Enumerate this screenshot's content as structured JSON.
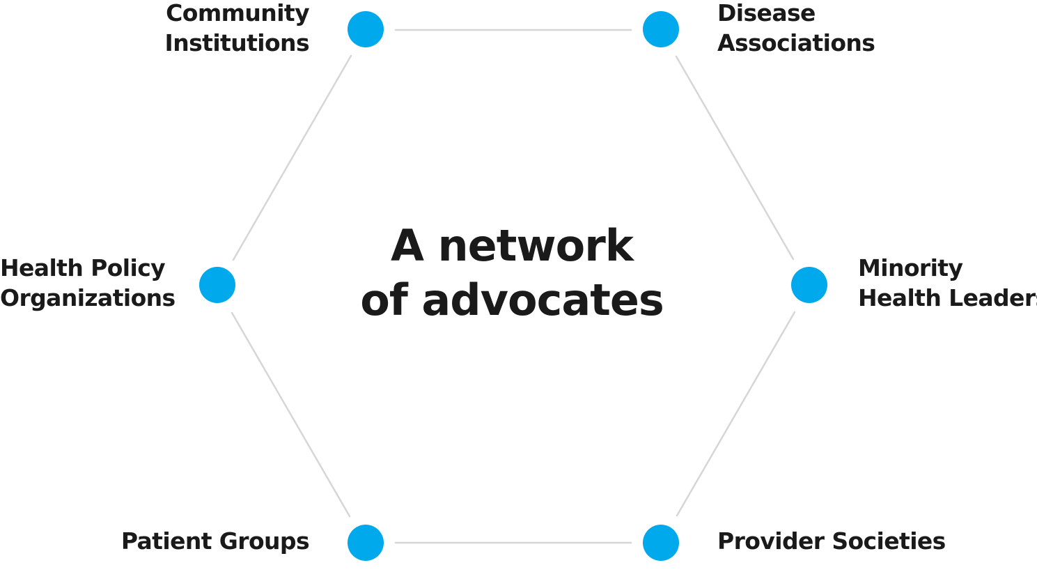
{
  "title": [
    "A network",
    "of advocates"
  ],
  "colors": {
    "node": "#00a8ec",
    "edge": "#d6d6d6",
    "text": "#1a1a1a"
  },
  "nodes": [
    {
      "id": "community-institutions",
      "lines": [
        "Community",
        "Institutions"
      ]
    },
    {
      "id": "disease-associations",
      "lines": [
        "Disease",
        "Associations"
      ]
    },
    {
      "id": "minority-health-leaders",
      "lines": [
        "Minority",
        "Health Leaders"
      ]
    },
    {
      "id": "provider-societies",
      "lines": [
        "Provider Societies"
      ]
    },
    {
      "id": "patient-groups",
      "lines": [
        "Patient Groups"
      ]
    },
    {
      "id": "health-policy-organizations",
      "lines": [
        "Health Policy",
        "Organizations"
      ]
    }
  ]
}
